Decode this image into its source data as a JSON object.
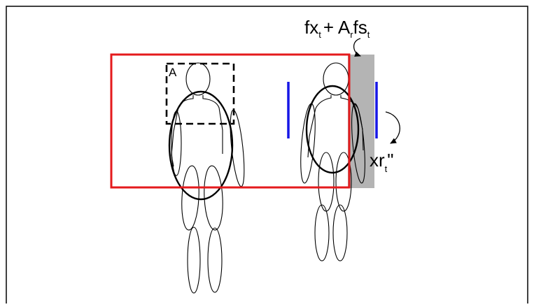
{
  "diagram": {
    "colors": {
      "background": "#ffffff",
      "frame": "#000000",
      "red_box": "#e41a1c",
      "blue_bar": "#1616e6",
      "shadow": "#b4b4b4",
      "stroke": "#000000"
    },
    "labels": {
      "box_a": "A",
      "top_formula": {
        "p1": "fx",
        "s1": "t",
        "p2": "+ A",
        "s2": "r",
        "p3": "fs",
        "s3": "t"
      },
      "right_formula": {
        "p1": "xr",
        "s1": "t",
        "p2": "\""
      }
    },
    "icons": [
      "arrow-curved-icon"
    ]
  }
}
